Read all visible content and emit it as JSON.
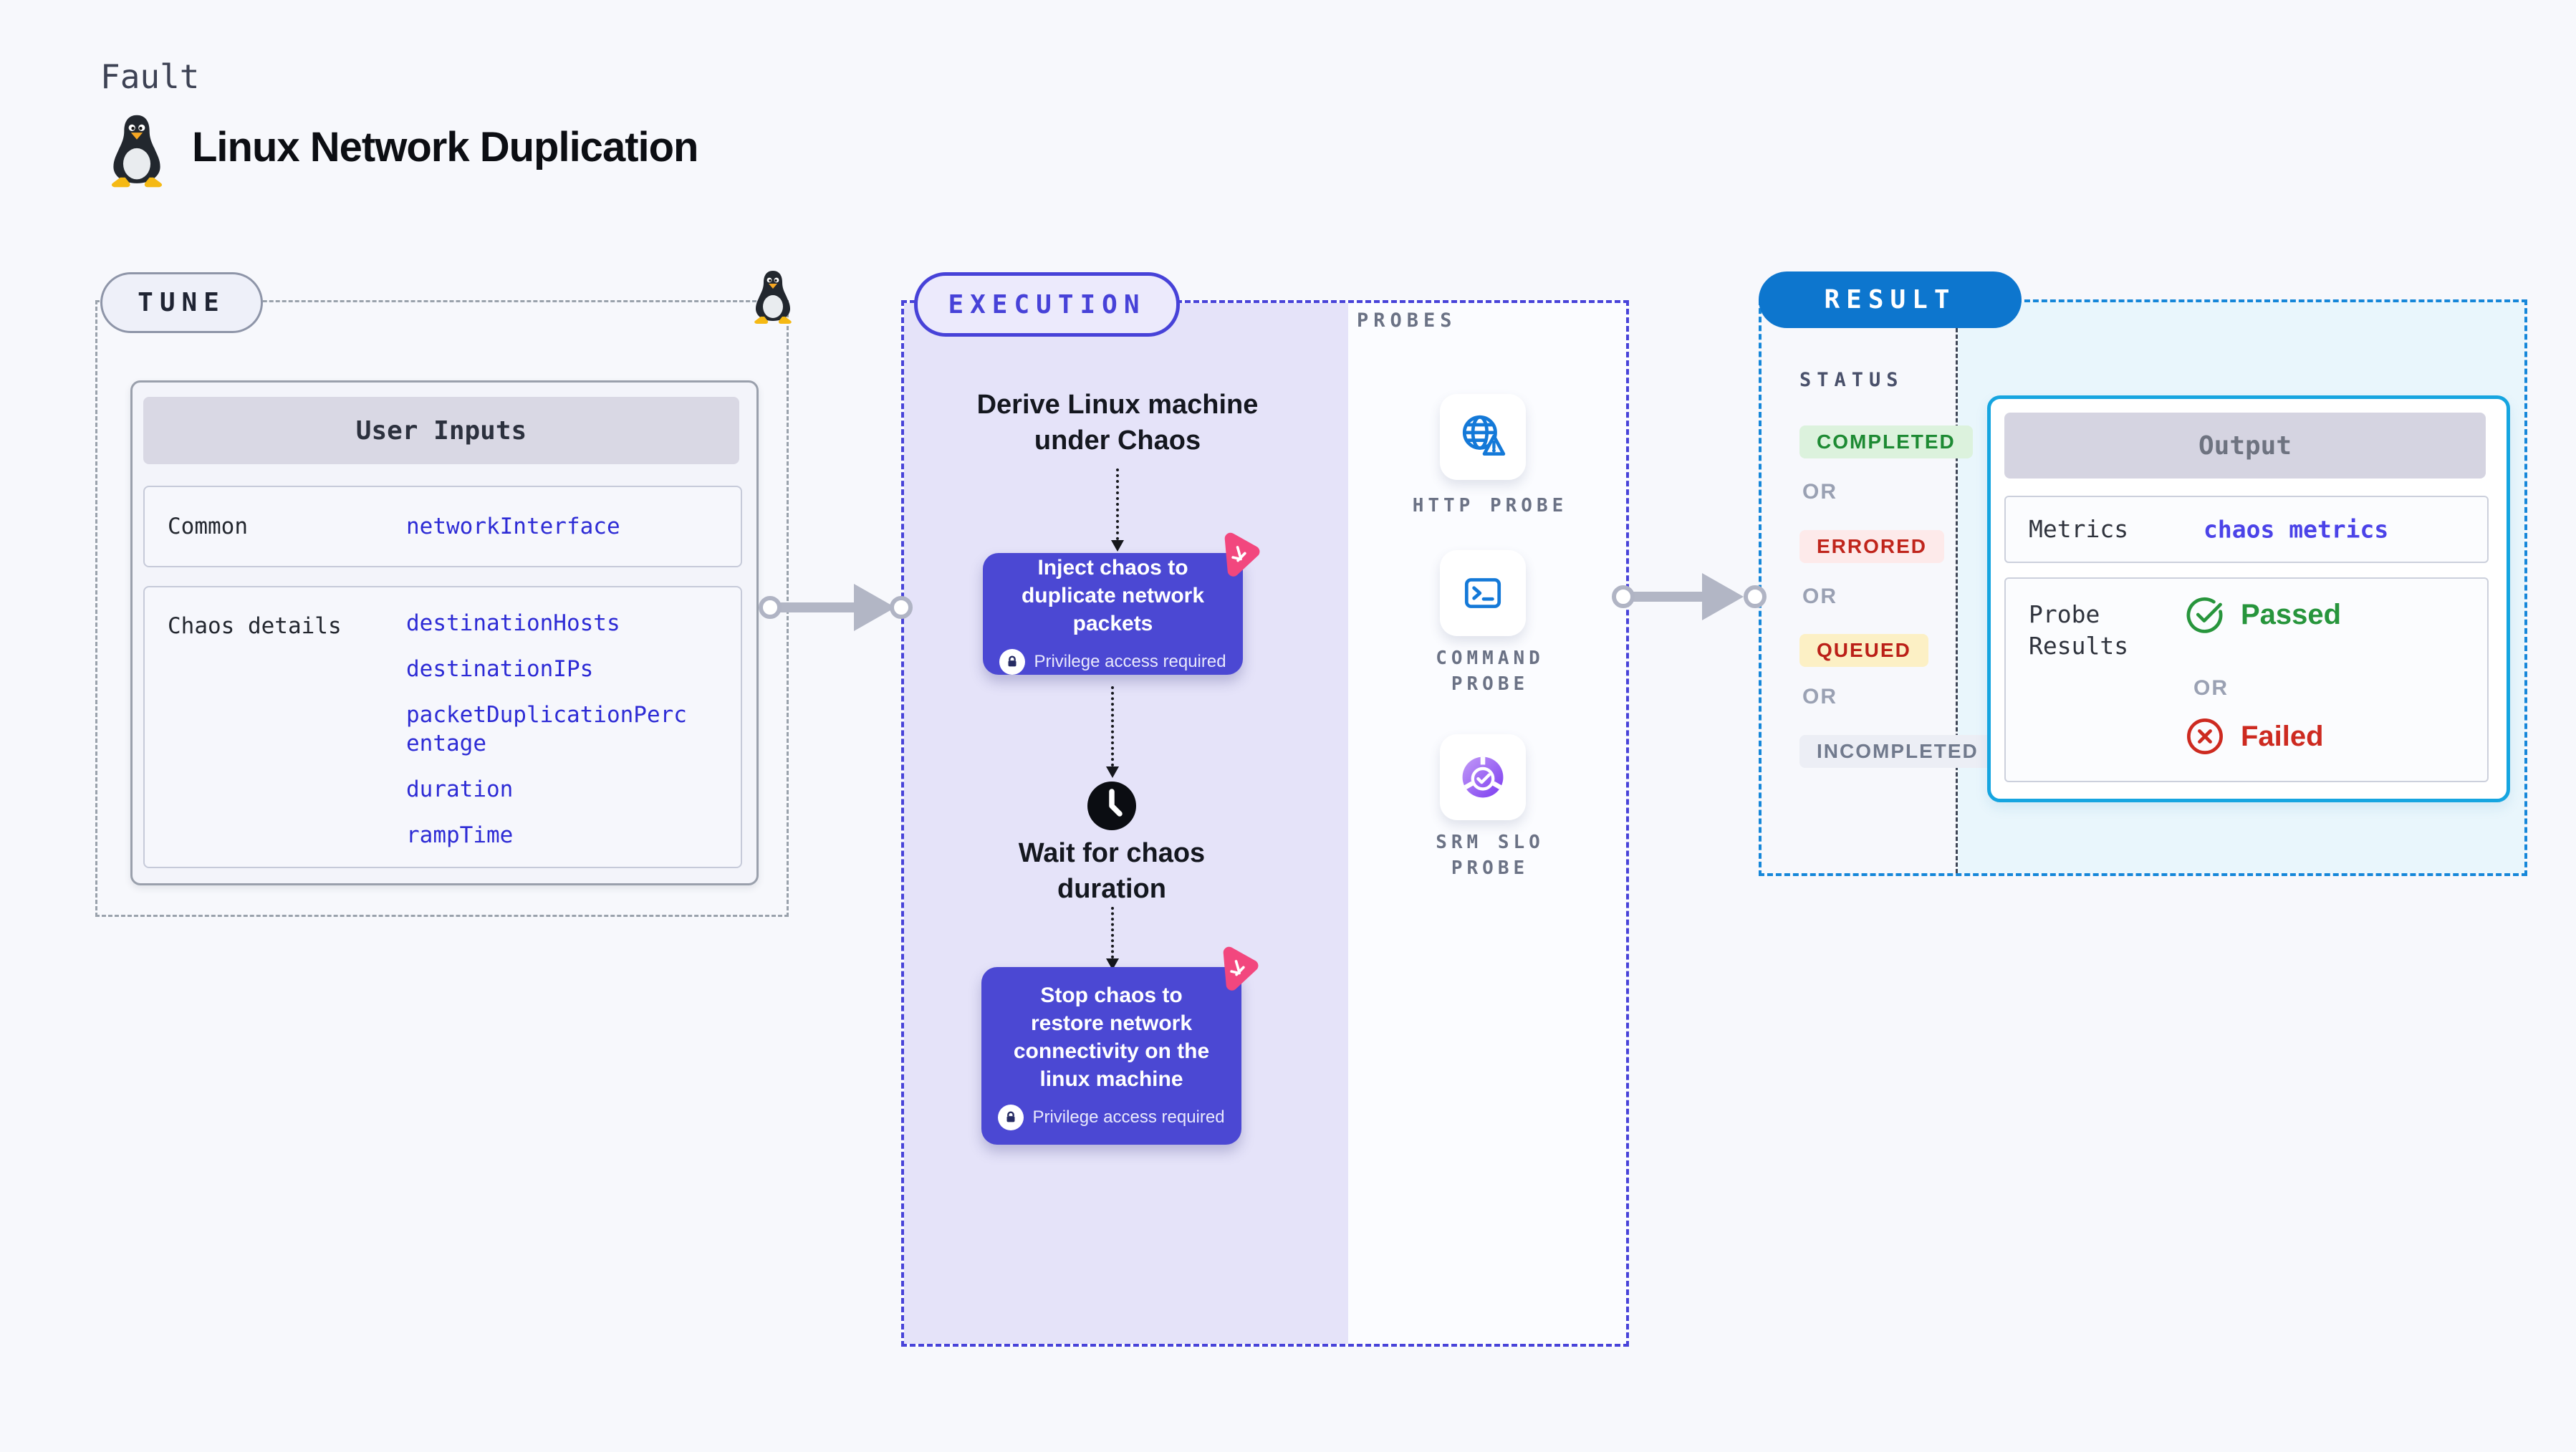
{
  "header": {
    "kicker": "Fault",
    "title": "Linux Network Duplication",
    "icon": "tux-penguin"
  },
  "tune": {
    "pill": "TUNE",
    "user_inputs": {
      "header": "User Inputs",
      "rows": [
        {
          "label": "Common",
          "values": [
            "networkInterface"
          ]
        },
        {
          "label": "Chaos details",
          "values": [
            "destinationHosts",
            "destinationIPs",
            "packetDuplicationPercentage",
            "duration",
            "rampTime"
          ]
        }
      ]
    }
  },
  "execution": {
    "pill": "EXECUTION",
    "steps": {
      "derive": "Derive Linux machine under Chaos",
      "inject": "Inject chaos to duplicate network packets",
      "wait": "Wait for chaos duration",
      "stop": "Stop chaos to restore network connectivity on the linux machine"
    },
    "privilege_note": "Privilege access required"
  },
  "probes": {
    "label": "PROBES",
    "items": [
      {
        "icon": "globe-alert",
        "label": "HTTP PROBE"
      },
      {
        "icon": "terminal",
        "label": "COMMAND PROBE"
      },
      {
        "icon": "slo-gauge",
        "label": "SRM SLO PROBE"
      }
    ]
  },
  "result": {
    "pill": "RESULT",
    "status_label": "STATUS",
    "or": "OR",
    "statuses": [
      {
        "label": "COMPLETED",
        "color": "#1d8a33",
        "bg": "#dcf2dd"
      },
      {
        "label": "ERRORED",
        "color": "#c0251c",
        "bg": "#fdeaea"
      },
      {
        "label": "QUEUED",
        "color": "#bb2018",
        "bg": "#fcf0c5"
      },
      {
        "label": "INCOMPLETED",
        "color": "#717a8d",
        "bg": "#eceef5"
      }
    ],
    "output": {
      "header": "Output",
      "metrics_label": "Metrics",
      "metrics_value": "chaos metrics",
      "probe_results_label": "Probe Results",
      "passed": "Passed",
      "failed": "Failed"
    }
  },
  "colors": {
    "page_bg": "#f7f8fc",
    "execution_accent": "#4742d8",
    "node_purple": "#4b48d3",
    "chaos_badge_pink": "#f2477e",
    "result_blue": "#0d76ce",
    "output_border": "#16a5e0",
    "probe_icon_blue": "#1479d8",
    "success_green": "#27953c",
    "fail_red": "#cd2a20",
    "input_value_blue": "#2d2bd5",
    "metrics_value_blue": "#4b43e8"
  }
}
